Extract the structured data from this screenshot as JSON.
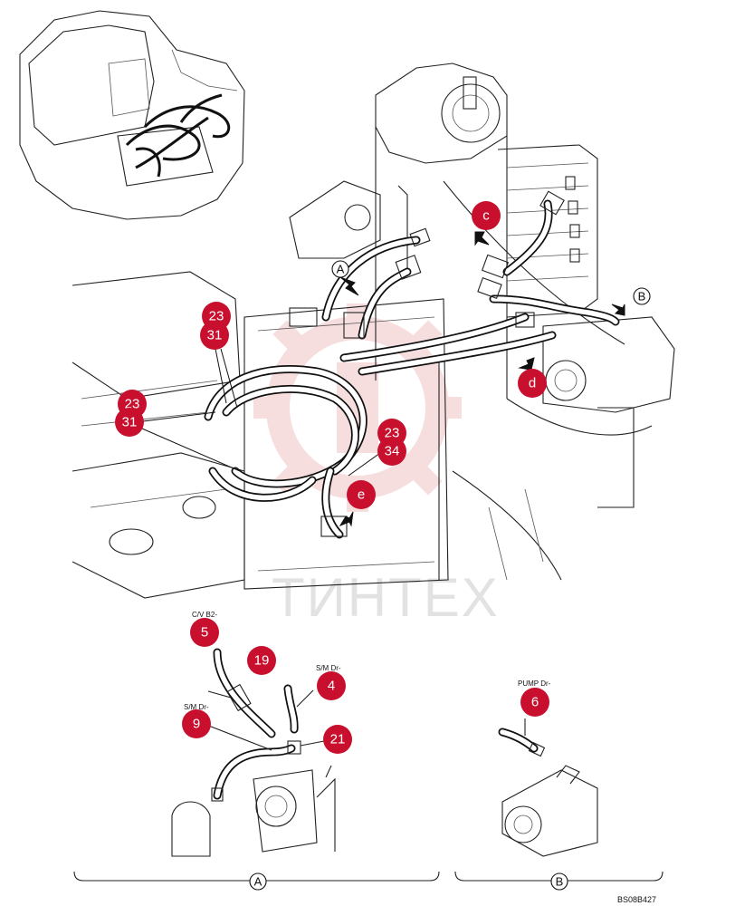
{
  "callouts": {
    "c": "c",
    "d": "d",
    "e": "e",
    "n23a": "23",
    "n31a": "31",
    "n23b": "23",
    "n31b": "31",
    "n23c": "23",
    "n34": "34",
    "n5": "5",
    "n19": "19",
    "n4": "4",
    "n9": "9",
    "n21": "21",
    "n6": "6"
  },
  "view_labels": {
    "A_top": "A",
    "B_top": "B",
    "A_bottom": "A",
    "B_bottom": "B"
  },
  "hose_labels": {
    "cv_b2": "C/V B2-",
    "sm_dr_4": "S/M Dr-",
    "sm_dr_9": "S/M Dr-",
    "pump_dr": "PUMP Dr-"
  },
  "reference_code": "BS08B427",
  "watermark": "ТИНТЕХ",
  "colors": {
    "callout": "#c8102e",
    "watermark": "#f2c4c4"
  }
}
